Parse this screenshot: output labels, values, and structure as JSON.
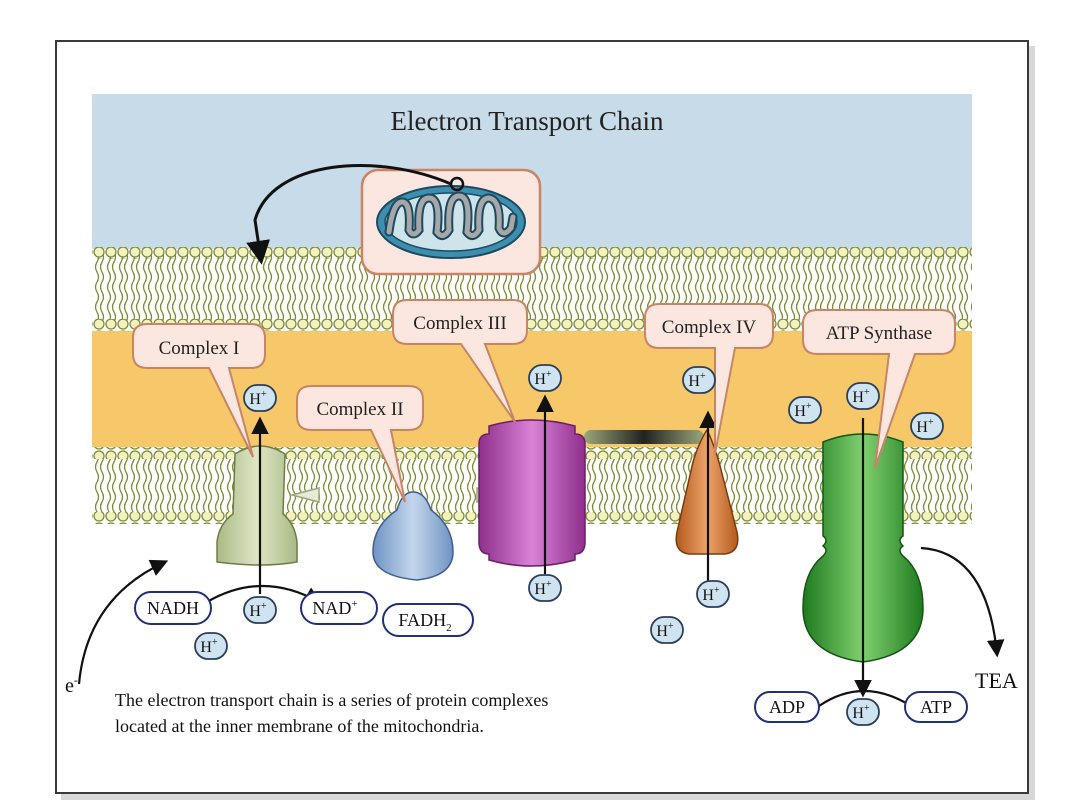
{
  "title": "Electron Transport Chain",
  "callouts": {
    "complex1": "Complex I",
    "complex2": "Complex II",
    "complex3": "Complex III",
    "complex4": "Complex IV",
    "atp_synthase": "ATP Synthase"
  },
  "ions": {
    "proton_base": "H",
    "proton_sup": "+",
    "electron_base": "e",
    "electron_sup": "-"
  },
  "molecules": {
    "nadh": "NADH",
    "nad_base": "NAD",
    "nad_sup": "+",
    "fadh_base": "FADH",
    "fadh_sub": "2",
    "adp": "ADP",
    "atp": "ATP"
  },
  "outputs": {
    "tea": "TEA"
  },
  "caption": {
    "line1": "The electron transport chain is a series of protein complexes",
    "line2": "located at the inner membrane of the mitochondria."
  },
  "colors": {
    "intermembrane_blue": "#c8dbe8",
    "membrane_core": "#f7c86a",
    "phospholipid_head": "#f3f1c0",
    "complex1": "#c7d4a6",
    "complex2": "#94b4d9",
    "complex3": "#b34fb0",
    "complex4": "#d87a30",
    "atp_synthase": "#3aa13a",
    "callout_fill": "#fbe7df",
    "callout_stroke": "#c98466",
    "proton_fill": "#cfe4f0"
  }
}
